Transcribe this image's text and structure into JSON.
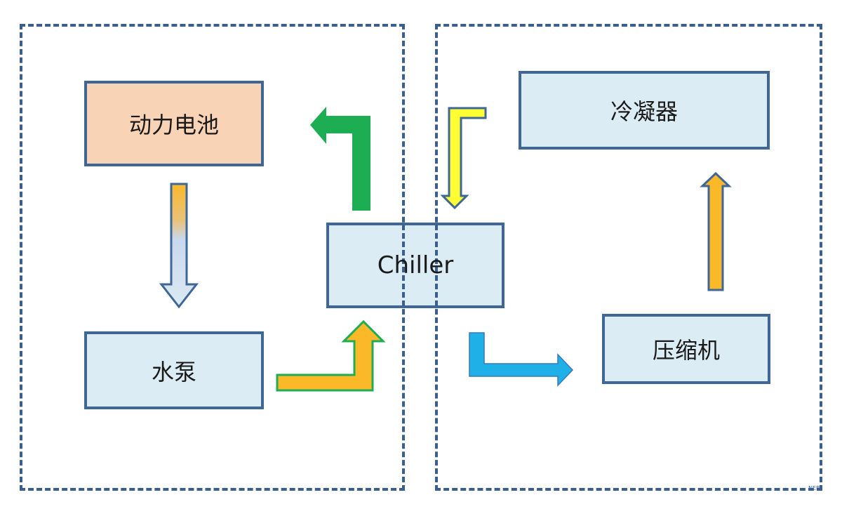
{
  "diagram": {
    "regions": [
      {
        "id": "coolant-loop",
        "label": ""
      },
      {
        "id": "refrigerant-loop",
        "label": ""
      }
    ],
    "nodes": {
      "battery": "动力电池",
      "pump": "水泵",
      "chiller": "Chiller",
      "condenser": "冷凝器",
      "compressor": "压缩机"
    },
    "edges": [
      {
        "from": "battery",
        "to": "pump",
        "color": "#f6b93b→#c9d9ef"
      },
      {
        "from": "pump",
        "to": "chiller",
        "color": "#fbb829"
      },
      {
        "from": "chiller",
        "to": "battery",
        "color": "#1dae54"
      },
      {
        "from": "condenser",
        "to": "chiller",
        "color": "#ffff33"
      },
      {
        "from": "chiller",
        "to": "compressor",
        "color": "#1fb0e8"
      },
      {
        "from": "compressor",
        "to": "condenser",
        "color": "#fbb829"
      }
    ],
    "colors": {
      "border": "#3e6797",
      "dash": "#3a5f8f",
      "battery_fill": "#f8d3b5",
      "node_fill": "#dcecf4"
    },
    "watermark": "NEB"
  }
}
